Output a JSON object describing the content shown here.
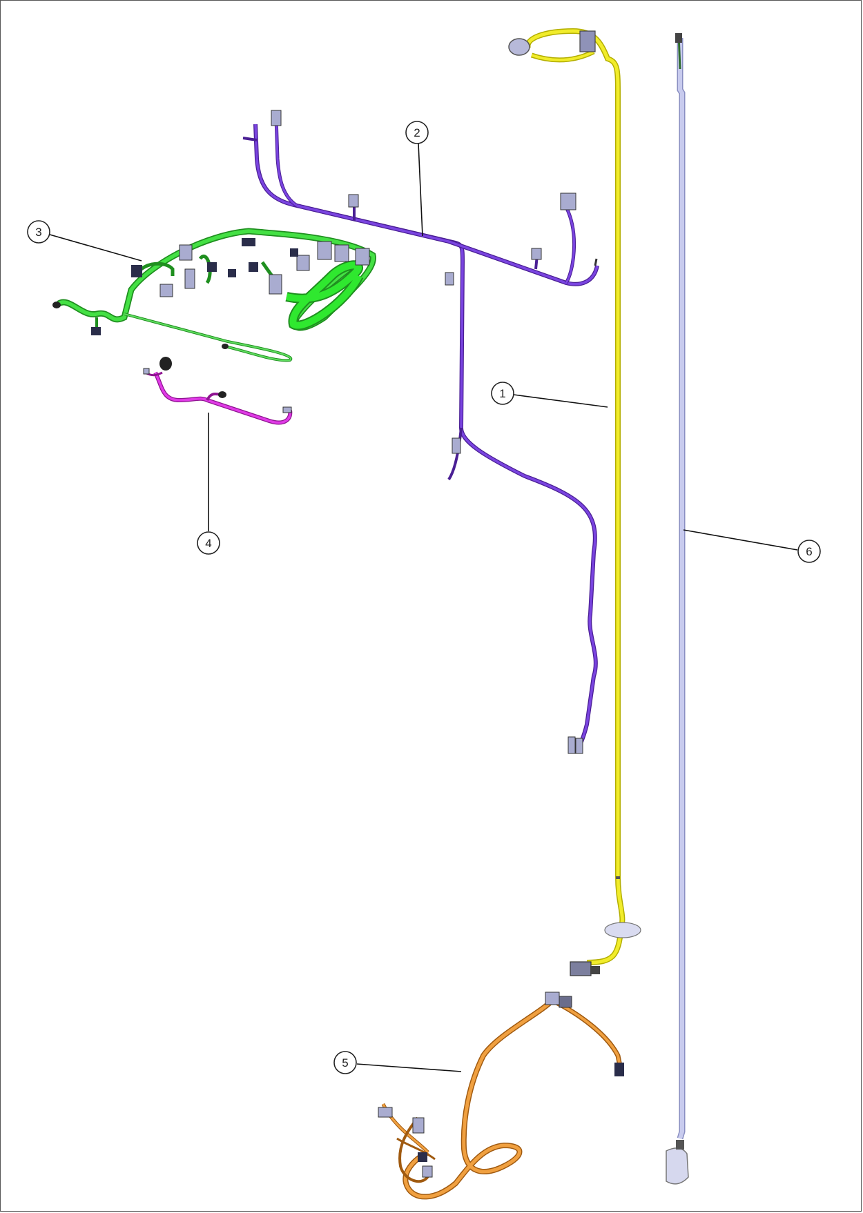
{
  "diagram": {
    "callouts": [
      {
        "id": "callout-1",
        "label": "1"
      },
      {
        "id": "callout-2",
        "label": "2"
      },
      {
        "id": "callout-3",
        "label": "3"
      },
      {
        "id": "callout-4",
        "label": "4"
      },
      {
        "id": "callout-5",
        "label": "5"
      },
      {
        "id": "callout-6",
        "label": "6"
      }
    ],
    "harness_colors": {
      "harness_1": "#e6e000",
      "harness_2": "#6b2fc8",
      "harness_3": "#2ecc2e",
      "harness_4": "#c21fc9",
      "harness_5": "#e08a1e",
      "harness_6": "#b9bce6"
    }
  }
}
